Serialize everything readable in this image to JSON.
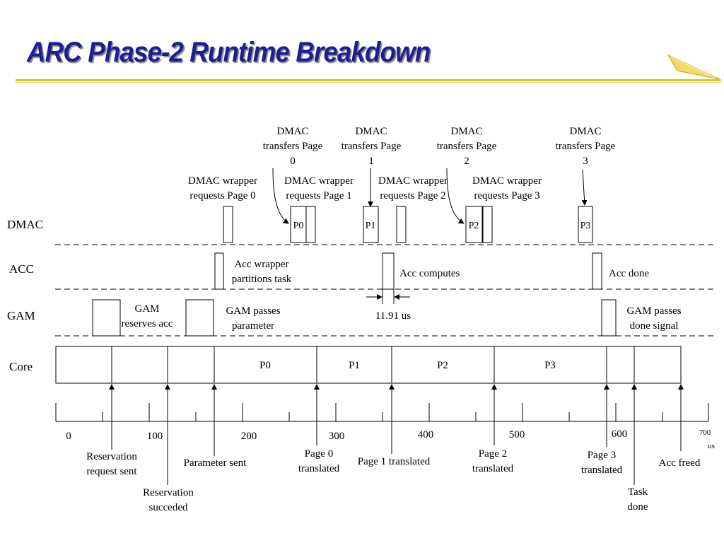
{
  "title": "ARC Phase-2 Runtime Breakdown",
  "colors": {
    "title": "#1b1f8f",
    "accent_rule": "#e8c020",
    "line": "#000000"
  },
  "rows": {
    "dmac": "DMAC",
    "acc": "ACC",
    "gam": "GAM",
    "core": "Core"
  },
  "dmac_transfers": [
    {
      "l1": "DMAC",
      "l2": "transfers Page",
      "l3": "0"
    },
    {
      "l1": "DMAC",
      "l2": "transfers Page",
      "l3": "1"
    },
    {
      "l1": "DMAC",
      "l2": "transfers Page",
      "l3": "2"
    },
    {
      "l1": "DMAC",
      "l2": "transfers Page",
      "l3": "3"
    }
  ],
  "dmac_wrapper": [
    {
      "l1": "DMAC wrapper",
      "l2": "requests Page 0"
    },
    {
      "l1": "DMAC wrapper",
      "l2": "requests Page 1"
    },
    {
      "l1": "DMAC wrapper",
      "l2": "requests Page 2"
    },
    {
      "l1": "DMAC wrapper",
      "l2": "requests Page 3"
    }
  ],
  "dmac_pages": [
    "P0",
    "P1",
    "P2",
    "P3"
  ],
  "acc_labels": {
    "partitions_l1": "Acc wrapper",
    "partitions_l2": "partitions task",
    "computes": "Acc computes",
    "done": "Acc done"
  },
  "gam_labels": {
    "reserves_l1": "GAM",
    "reserves_l2": "reserves acc",
    "passes_param_l1": "GAM passes",
    "passes_param_l2": "parameter",
    "passes_done_l1": "GAM passes",
    "passes_done_l2": "done signal"
  },
  "interval_label": "11.91 us",
  "core_pages": [
    "P0",
    "P1",
    "P2",
    "P3"
  ],
  "axis": {
    "ticks": [
      "0",
      "100",
      "200",
      "300",
      "400",
      "500",
      "600"
    ],
    "end_value": "700",
    "unit": "us"
  },
  "events": {
    "reservation_request_l1": "Reservation",
    "reservation_request_l2": "request sent",
    "reservation_succeeded_l1": "Reservation",
    "reservation_succeeded_l2": "succeded",
    "parameter_sent": "Parameter sent",
    "page0_l1": "Page 0",
    "page0_l2": "translated",
    "page1": "Page 1 translated",
    "page2_l1": "Page 2",
    "page2_l2": "translated",
    "page3_l1": "Page 3",
    "page3_l2": "translated",
    "task_done_l1": "Task",
    "task_done_l2": "done",
    "acc_freed": "Acc freed"
  }
}
